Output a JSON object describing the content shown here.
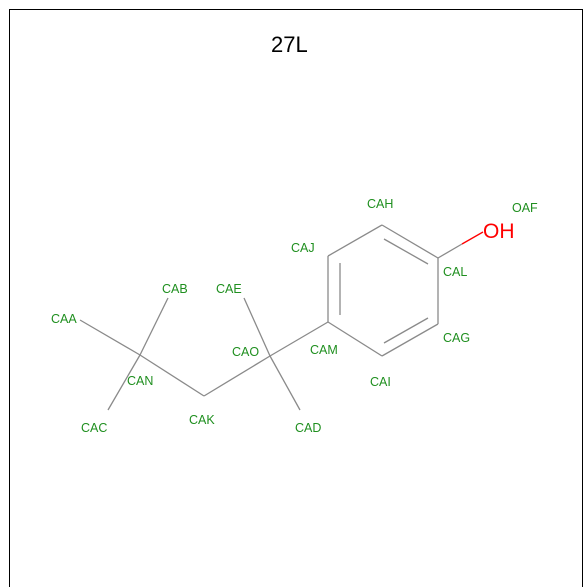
{
  "diagram": {
    "title": "27L",
    "hydroxyl_label": "OH",
    "atoms": {
      "CAA": "CAA",
      "CAB": "CAB",
      "CAC": "CAC",
      "CAD": "CAD",
      "CAE": "CAE",
      "OAF": "OAF",
      "CAG": "CAG",
      "CAH": "CAH",
      "CAI": "CAI",
      "CAJ": "CAJ",
      "CAK": "CAK",
      "CAL": "CAL",
      "CAM": "CAM",
      "CAN": "CAN",
      "CAO": "CAO"
    },
    "colors": {
      "atom_label": "#1f8f1f",
      "bond": "#8a8a8a",
      "oxygen": "#ff0000"
    }
  }
}
